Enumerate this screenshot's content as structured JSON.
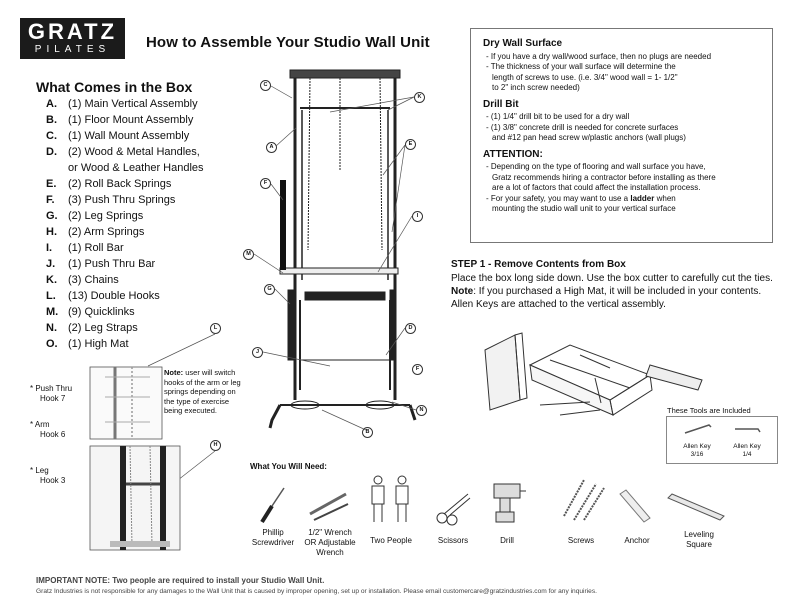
{
  "logo": {
    "line1": "GRATZ",
    "line2": "PILATES",
    "tm": "™"
  },
  "title": "How to Assemble Your Studio Wall Unit",
  "box": {
    "heading": "What Comes in the Box",
    "items": [
      {
        "letter": "A.",
        "text": "(1) Main Vertical Assembly"
      },
      {
        "letter": "B.",
        "text": "(1) Floor Mount Assembly"
      },
      {
        "letter": "C.",
        "text": "(1) Wall Mount Assembly"
      },
      {
        "letter": "D.",
        "text": "(2) Wood & Metal Handles,"
      },
      {
        "letter": "",
        "text": "or Wood & Leather Handles"
      },
      {
        "letter": "E.",
        "text": "(2) Roll Back Springs"
      },
      {
        "letter": "F.",
        "text": "(3) Push Thru Springs"
      },
      {
        "letter": "G.",
        "text": "(2) Leg Springs"
      },
      {
        "letter": "H.",
        "text": "(2) Arm Springs"
      },
      {
        "letter": "I.",
        "text": "(1) Roll Bar"
      },
      {
        "letter": "J.",
        "text": "(1) Push Thru Bar"
      },
      {
        "letter": "K.",
        "text": "(3) Chains"
      },
      {
        "letter": "L.",
        "text": "(13) Double Hooks"
      },
      {
        "letter": "M.",
        "text": "(9) Quicklinks"
      },
      {
        "letter": "N.",
        "text": "(2) Leg Straps"
      },
      {
        "letter": "O.",
        "text": "(1) High Mat"
      }
    ]
  },
  "info": {
    "drywall": {
      "heading": "Dry Wall Surface",
      "lines": [
        "- If you have a dry wall/wood surface, then no plugs are needed",
        "- The thickness of your wall surface will determine the",
        "length of screws to use. (i.e. 3/4\" wood wall = 1- 1/2\"",
        "to 2\" inch screw needed)"
      ]
    },
    "drill": {
      "heading": "Drill Bit",
      "lines": [
        "- (1) 1/4\" drill bit to be used for a dry wall",
        "- (1) 3/8\" concrete drill is needed for concrete surfaces",
        "and #12 pan head screw w/plastic anchors (wall plugs)"
      ]
    },
    "attention": {
      "heading": "ATTENTION:",
      "lines": [
        "- Depending on the type of flooring and wall surface you have,",
        "Gratz recommends hiring a contractor before installing as there",
        "are a lot of factors that could affect the installation process.",
        "- For your safety, you may want to use a ",
        "ladder",
        " when",
        "mounting the studio wall unit to your vertical surface"
      ]
    }
  },
  "step1": {
    "heading": "STEP 1 - Remove Contents from Box",
    "body_a": "Place the box long side down. Use the box cutter to carefully cut the ties. ",
    "note_label": "Note",
    "body_b": ": If you purchased a High Mat, it will be included in your contents. Allen Keys are attached to the vertical assembly."
  },
  "tools": {
    "label": "These Tools are Included",
    "items": [
      {
        "name": "Allen Key",
        "size": "3/16"
      },
      {
        "name": "Allen Key",
        "size": "1/4"
      }
    ]
  },
  "need": {
    "heading": "What You Will Need:",
    "items": [
      {
        "line1": "Phillip",
        "line2": "Screwdriver",
        "line3": ""
      },
      {
        "line1": "1/2\" Wrench",
        "line2": "OR Adjustable",
        "line3": "Wrench"
      },
      {
        "line1": "Two People",
        "line2": "",
        "line3": ""
      },
      {
        "line1": "Scissors",
        "line2": "",
        "line3": ""
      },
      {
        "line1": "Drill",
        "line2": "",
        "line3": ""
      },
      {
        "line1": "Screws",
        "line2": "",
        "line3": ""
      },
      {
        "line1": "Anchor",
        "line2": "",
        "line3": ""
      },
      {
        "line1": "Leveling",
        "line2": "Square",
        "line3": ""
      }
    ]
  },
  "side_notes": {
    "note_label": "Note:",
    "note_text": " user will switch hooks of the arm or leg springs depending on the type of exercise being executed.",
    "push_thru": [
      "* Push Thru",
      "Hook 7"
    ],
    "arm": [
      "* Arm",
      "Hook 6"
    ],
    "leg": [
      "* Leg",
      "Hook 3"
    ]
  },
  "callouts": [
    "C",
    "K",
    "A",
    "E",
    "F",
    "I",
    "M",
    "G",
    "D",
    "J",
    "F",
    "N",
    "B",
    "L",
    "H"
  ],
  "footer": {
    "important": "IMPORTANT NOTE: Two people are required to install your Studio Wall Unit.",
    "disclaimer": "Gratz Industries is not responsible for any damages to the Wall Unit that is caused by improper opening, set up or installation. Please email customercare@gratzindustries.com for any inquiries."
  }
}
